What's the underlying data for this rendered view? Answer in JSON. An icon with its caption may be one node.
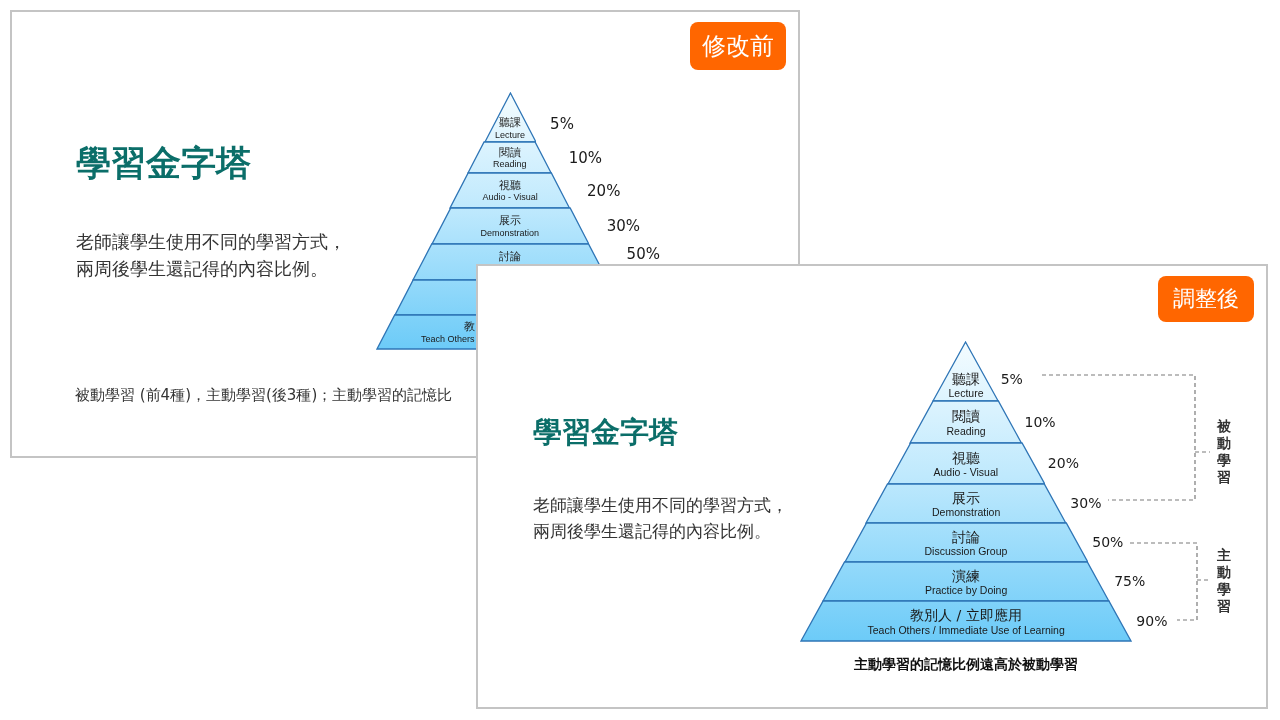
{
  "diagram": {
    "nodes": [
      {
        "text": [
          "學習金字塔",
          "老師讓學生使用不同的學習方式，兩周後學生還記得的內容比例。",
          "被動學習 (前4種)，主動學習(後3種)；主動學習的記憶比"
        ]
      },
      {
        "text": [
          "修改前"
        ],
        "in": 0
      },
      {
        "text": [
          "聽課",
          "Lecture"
        ],
        "in": 0,
        "beside": [
          "5%"
        ]
      },
      {
        "text": [
          "閱讀",
          "Reading"
        ],
        "in": 0,
        "beside": [
          "10%"
        ]
      },
      {
        "text": [
          "視聽",
          "Audio - Visual"
        ],
        "in": 0,
        "beside": [
          "20%"
        ]
      },
      {
        "text": [
          "展示",
          "Demonstration"
        ],
        "in": 0,
        "beside": [
          "30%"
        ]
      },
      {
        "text": [
          "討論"
        ],
        "in": 0,
        "beside": [
          "50%"
        ]
      },
      {
        "text": [],
        "shape": "trapezoid",
        "in": 0
      },
      {
        "text": [
          "教",
          "Teach Others"
        ],
        "in": 0
      },
      {
        "text": [
          "學習金字塔",
          "老師讓學生使用不同的學習方式，兩周後學生還記得的內容比例。",
          "被動學習",
          "主動學習",
          "主動學習的記憶比例遠高於被動學習"
        ]
      },
      {
        "text": [
          "調整後"
        ],
        "in": 9
      },
      {
        "text": [
          "聽課",
          "Lecture"
        ],
        "in": 9,
        "beside": [
          "5%"
        ]
      },
      {
        "text": [
          "閱讀",
          "Reading"
        ],
        "in": 9,
        "beside": [
          "10%"
        ]
      },
      {
        "text": [
          "視聽",
          "Audio - Visual"
        ],
        "in": 9,
        "beside": [
          "20%"
        ]
      },
      {
        "text": [
          "展示",
          "Demonstration"
        ],
        "in": 9,
        "beside": [
          "30%"
        ]
      },
      {
        "text": [
          "討論",
          "Discussion Group"
        ],
        "in": 9,
        "beside": [
          "50%"
        ]
      },
      {
        "text": [
          "演練",
          "Practice by Doing"
        ],
        "in": 9,
        "beside": [
          "75%"
        ]
      },
      {
        "text": [
          "教別人 / 立即應用",
          "Teach Others / Immediate Use of Learning"
        ],
        "in": 9,
        "beside": [
          "90%"
        ]
      }
    ]
  }
}
